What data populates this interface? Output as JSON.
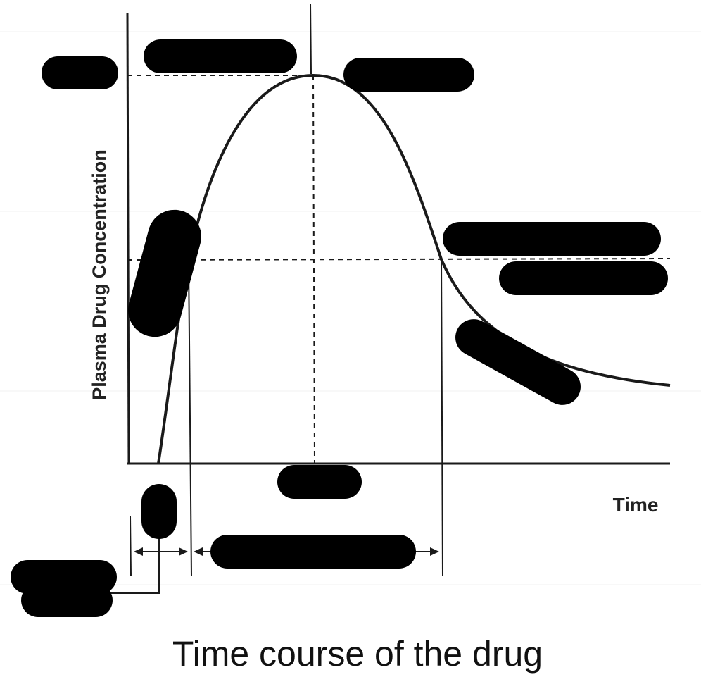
{
  "diagram": {
    "y_axis_label": "Plasma Drug Concentration",
    "x_axis_label": "Time",
    "caption": "Time course of the drug",
    "colors": {
      "ink": "#1a1a1a",
      "redaction": "#000000",
      "background": "#ffffff"
    }
  }
}
